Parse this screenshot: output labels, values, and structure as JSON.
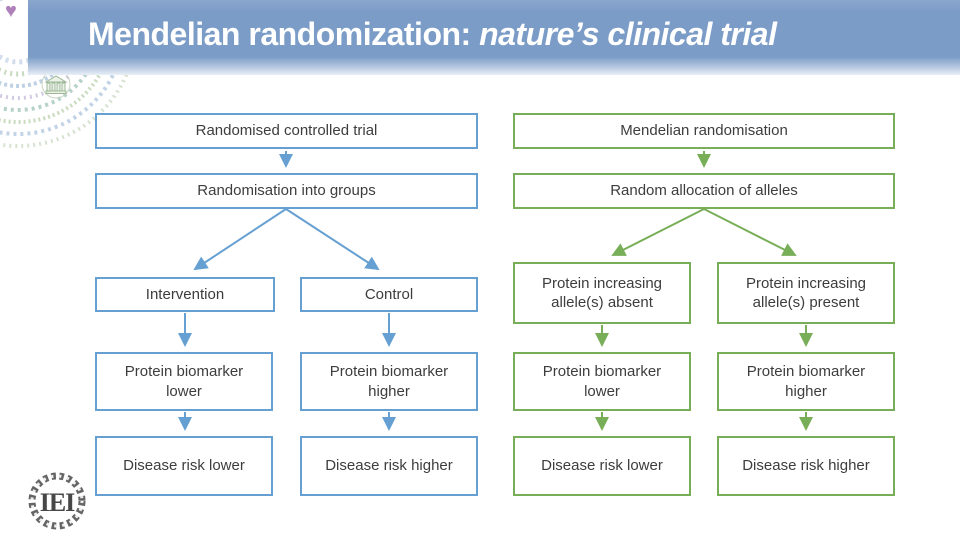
{
  "slide": {
    "title_regular": "Mendelian randomization: ",
    "title_italic": "nature’s clinical trial"
  },
  "logo": {
    "text": "IEI"
  },
  "colors": {
    "title_bar": "#7B9CC7",
    "title_text": "#FFFFFF",
    "rct_blue": "#66A0D2",
    "mr_green": "#79AE58",
    "box_text": "#3D3D3D"
  },
  "diagram": {
    "rct": {
      "boxes": [
        {
          "label": "Randomised controlled trial"
        },
        {
          "label": "Randomisation into groups"
        },
        {
          "label": "Intervention"
        },
        {
          "label": "Control"
        },
        {
          "label": "Protein biomarker lower"
        },
        {
          "label": "Protein biomarker higher"
        },
        {
          "label": "Disease risk lower"
        },
        {
          "label": "Disease risk higher"
        }
      ]
    },
    "mr": {
      "boxes": [
        {
          "label": "Mendelian randomisation"
        },
        {
          "label": "Random allocation of alleles"
        },
        {
          "label": "Protein increasing allele(s) absent"
        },
        {
          "label": "Protein increasing allele(s) present"
        },
        {
          "label": "Protein biomarker lower"
        },
        {
          "label": "Protein biomarker higher"
        },
        {
          "label": "Disease risk lower"
        },
        {
          "label": "Disease risk higher"
        }
      ]
    }
  }
}
